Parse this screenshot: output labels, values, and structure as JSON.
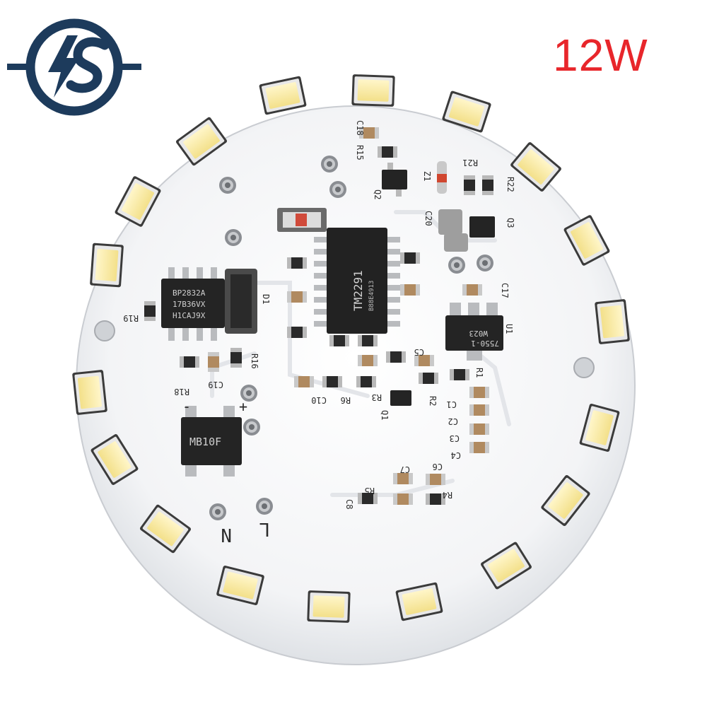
{
  "brand": {
    "logo_icon": "lightning-bolt-s-logo-icon",
    "accent_color": "#1d3b5c"
  },
  "wattage_label": "12W",
  "wattage_color": "#e8262b",
  "board": {
    "led_count": 18,
    "ics": {
      "driver": {
        "line1": "BP2832A",
        "line2": "17B36VX",
        "line3": "H1CAJ9X"
      },
      "controller": {
        "line1": "TM2291",
        "line2": "B88E4913"
      },
      "regulator": {
        "line1": "7550-1",
        "line2": "W023"
      },
      "rectifier": {
        "line1": "MB10F"
      }
    },
    "silkscreen": {
      "terminal_n": "N",
      "terminal_l": "L",
      "plus": "+",
      "minus": "-",
      "refs": [
        "C18",
        "R15",
        "Q2",
        "Z1",
        "R21",
        "R22",
        "Q3",
        "C20",
        "C17",
        "U1",
        "D1",
        "R19",
        "R16",
        "C19",
        "R18",
        "C10",
        "R6",
        "R3",
        "Q1",
        "R2",
        "C1",
        "C2",
        "C3",
        "C4",
        "C5",
        "R1",
        "C6",
        "C7",
        "R4",
        "R5",
        "C8"
      ]
    }
  }
}
